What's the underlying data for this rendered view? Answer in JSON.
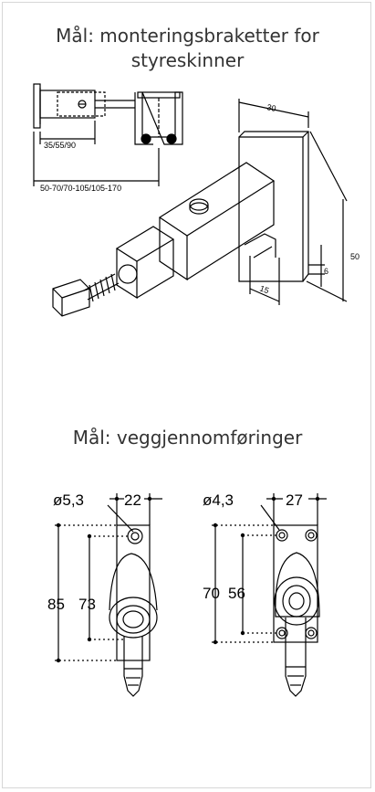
{
  "section1": {
    "title": "Mål: monteringsbraketter for styreskinner",
    "dims": {
      "d30": "30",
      "d50": "50",
      "d6": "6",
      "d15": "15",
      "inner": "35/55/90",
      "outer": "50-70/70-105/105-170"
    }
  },
  "section2": {
    "title": "Mål: veggjennomføringer",
    "left_part": {
      "hole": "ø5,3",
      "width": "22",
      "height_a": "85",
      "height_b": "73"
    },
    "right_part": {
      "hole": "ø4,3",
      "width": "27",
      "height_a": "70",
      "height_b": "56"
    }
  },
  "colors": {
    "line": "#000000",
    "text": "#333333",
    "frame": "#d7d7d7"
  }
}
